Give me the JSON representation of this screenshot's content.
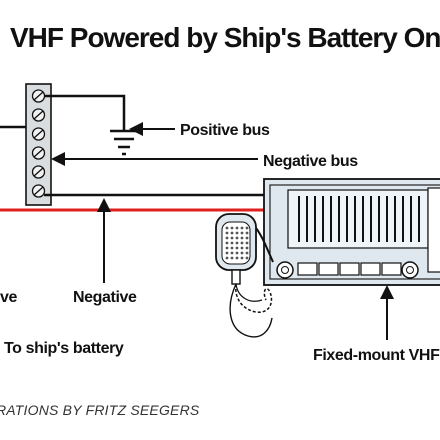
{
  "diagram": {
    "title": "VHF Powered by Ship's Battery Only",
    "labels": {
      "positive_bus": "Positive bus",
      "negative_bus": "Negative bus",
      "positive": "ive",
      "negative": "Negative",
      "battery": "To ship's battery",
      "radio": "Fixed-mount VHF r"
    },
    "credit": "RATIONS BY FRITZ SEEGERS",
    "colors": {
      "positive_wire": "#e0201c",
      "wire": "#111111",
      "radio_body": "#dfe8ee",
      "radio_screen": "#eef4f7",
      "terminal": "#d9dde0"
    },
    "icons": [
      "ground-icon",
      "microphone-icon",
      "vhf-radio-icon",
      "terminal-block-icon"
    ]
  }
}
